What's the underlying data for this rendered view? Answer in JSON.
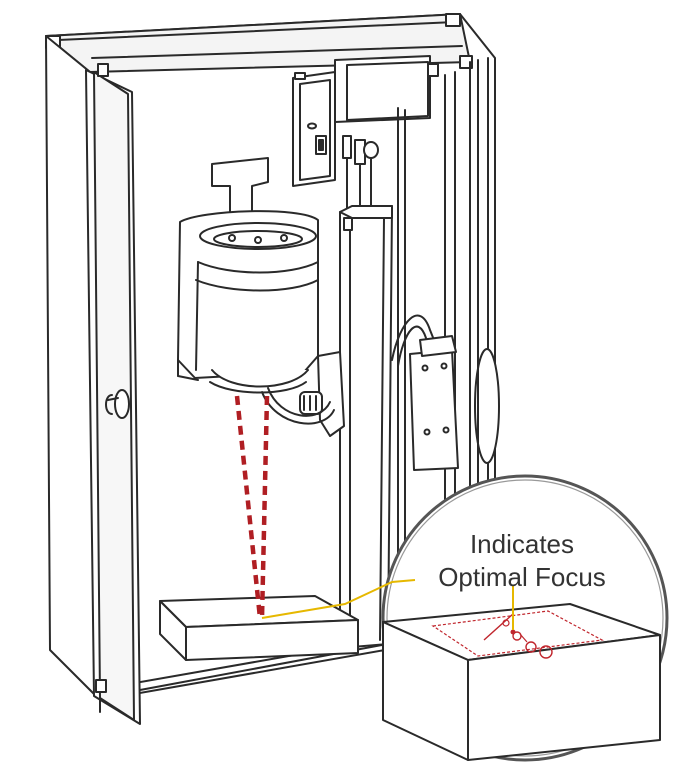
{
  "callout": {
    "line1": "Indicates",
    "line2": "Optimal Focus"
  },
  "colors": {
    "outline": "#2a2a2a",
    "laser": "#b01e23",
    "leader": "#e6b800",
    "panel_fill": "#ffffff",
    "frame_fill": "#ededed"
  },
  "icons": [
    "enclosure-cabinet",
    "laser-head",
    "focus-laser-beams",
    "workpiece-block",
    "magnifier-inset",
    "focus-pattern-mark"
  ]
}
